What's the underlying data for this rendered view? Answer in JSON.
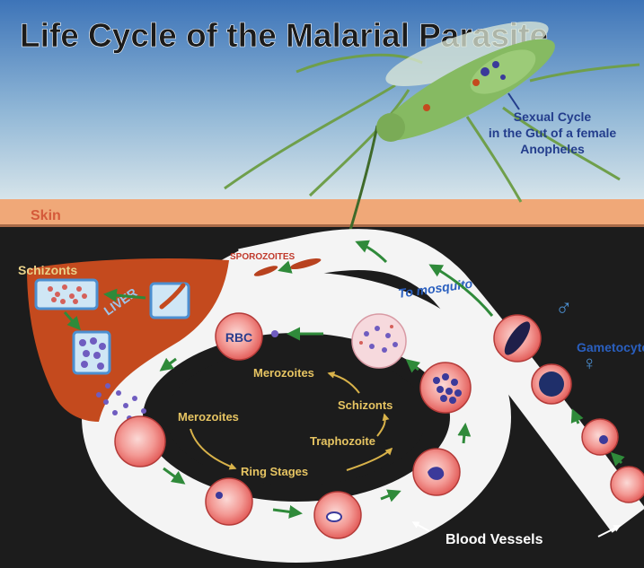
{
  "title": "Life Cycle of the Malarial Parasite",
  "sexual_cycle_label": [
    "Sexual Cycle",
    "in the Gut of a female",
    "Anopheles"
  ],
  "skin_label": "Skin",
  "sporozoites_label": "SPOROZOITES",
  "schizonts_liver_label": "Schizonts",
  "liver_label": "LIVER",
  "to_mosquito_label": "To mosquito",
  "gametocytes_label": "Gametocytes",
  "male_symbol": "♂",
  "female_symbol": "♀",
  "rbc_label": "RBC",
  "cycle_labels": {
    "merozoites_top": "Merozoites",
    "merozoites_left": "Merozoites",
    "schizonts": "Schizonts",
    "trophozoite": "Traphozoite",
    "ring_stages": "Ring Stages"
  },
  "blood_vessels_label": "Blood Vessels",
  "colors": {
    "sky_top": "#3d74b8",
    "sky_bottom": "#cfe0ea",
    "skin": "#f0a878",
    "tissue": "#1c1c1c",
    "liver": "#c44a1e",
    "vessel": "#f4f4f4",
    "rbc": "#f07e7e",
    "parasite": "#3b3a9a",
    "mosquito": "#7fb35a",
    "arrow_green": "#2f8a3a",
    "arrow_yellow": "#d8b24a",
    "label_blue": "#233d8c",
    "title_dark": "#1b1b1b"
  }
}
